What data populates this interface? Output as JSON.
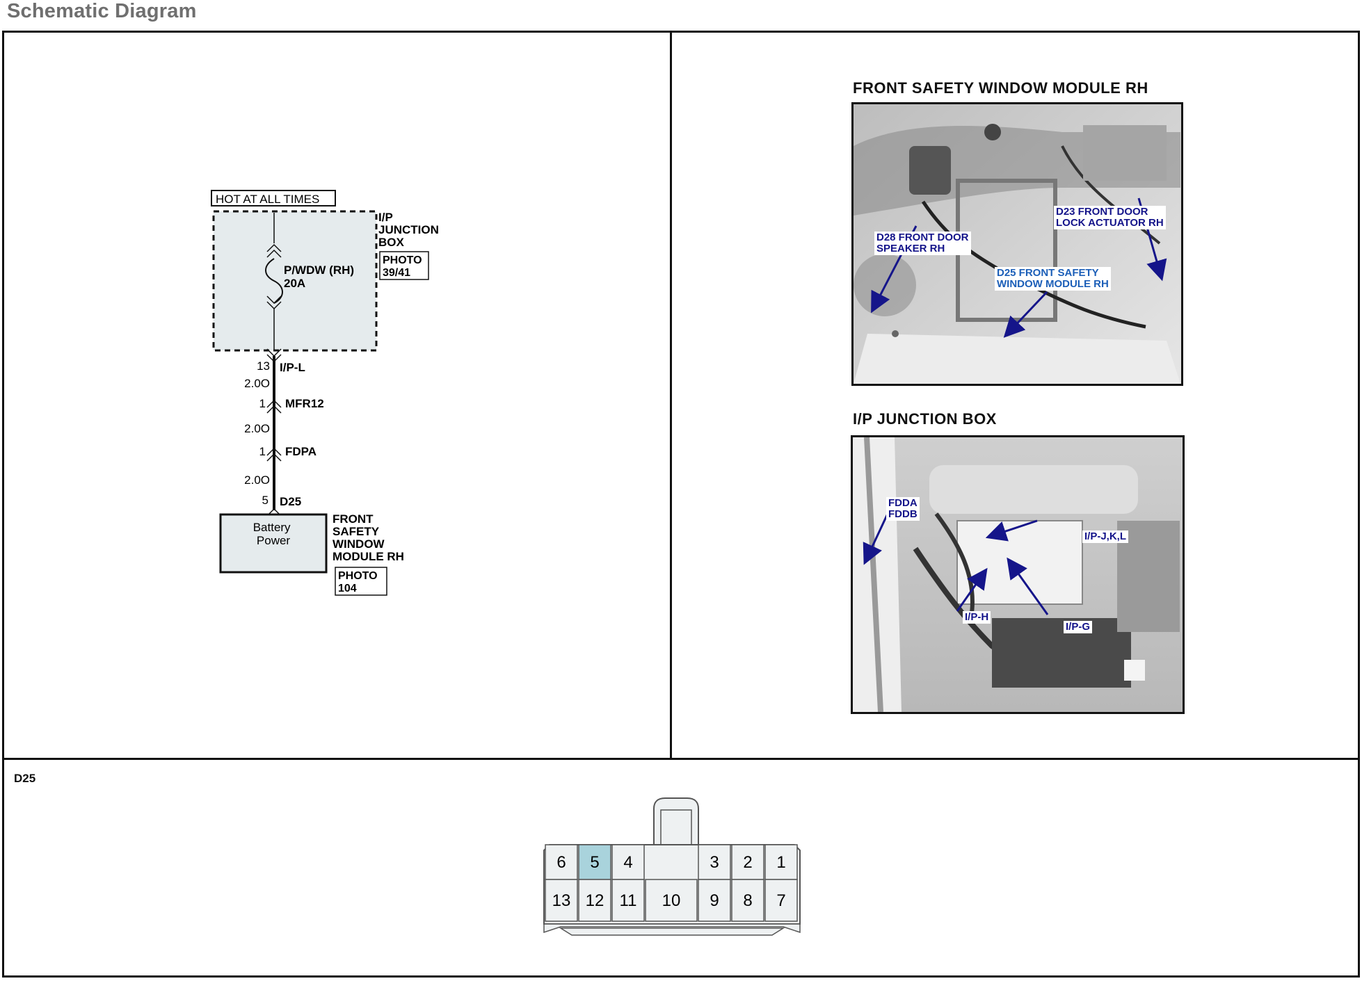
{
  "page_title": "Schematic Diagram",
  "schematic": {
    "hot_label": "HOT AT ALL TIMES",
    "junction_box": {
      "label_line1": "I/P",
      "label_line2": "JUNCTION",
      "label_line3": "BOX",
      "photo_line1": "PHOTO",
      "photo_line2": "39/41"
    },
    "fuse": {
      "name": "P/WDW (RH)",
      "rating": "20A"
    },
    "connections": [
      {
        "pin": "13",
        "connector": "I/P-L"
      },
      {
        "wire": "2.0O"
      },
      {
        "pin": "1",
        "connector": "MFR12"
      },
      {
        "wire": "2.0O"
      },
      {
        "pin": "1",
        "connector": "FDPA"
      },
      {
        "wire": "2.0O"
      },
      {
        "pin": "5",
        "connector": "D25"
      }
    ],
    "module": {
      "box_line1": "Battery",
      "box_line2": "Power",
      "label_line1": "FRONT",
      "label_line2": "SAFETY",
      "label_line3": "WINDOW",
      "label_line4": "MODULE RH",
      "photo_line1": "PHOTO",
      "photo_line2": "104"
    }
  },
  "photos": [
    {
      "title": "FRONT SAFETY WINDOW MODULE RH",
      "callouts": [
        {
          "text": "D28 FRONT DOOR\nSPEAKER RH"
        },
        {
          "text": "D23 FRONT DOOR\nLOCK ACTUATOR RH"
        },
        {
          "text": "D25 FRONT SAFETY\nWINDOW MODULE RH"
        }
      ]
    },
    {
      "title": "I/P JUNCTION BOX",
      "callouts": [
        {
          "text": "FDDA\nFDDB"
        },
        {
          "text": "I/P-J,K,L"
        },
        {
          "text": "I/P-H"
        },
        {
          "text": "I/P-G"
        }
      ]
    }
  ],
  "connector_view": {
    "label": "D25",
    "top_row": [
      "6",
      "5",
      "4",
      "",
      "3",
      "2",
      "1"
    ],
    "bottom_row": [
      "13",
      "12",
      "11",
      "10",
      "9",
      "8",
      "7"
    ],
    "highlighted_pin": "5",
    "highlight_color": "#a9d3dc",
    "cell_color": "#eef1f2"
  }
}
